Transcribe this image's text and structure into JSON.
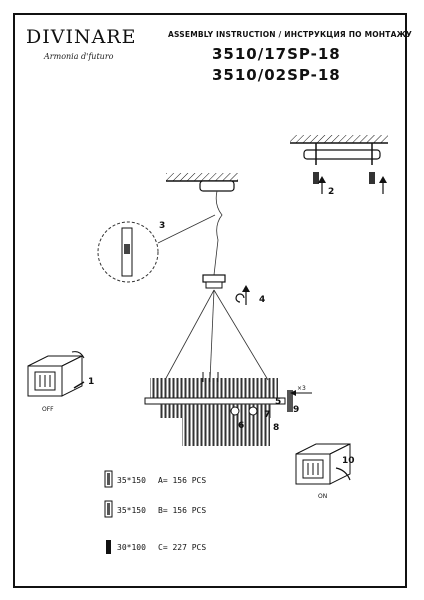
{
  "header": {
    "brand": "DIVINARE",
    "tagline": "Armonia d'futuro",
    "instruction_title": "ASSEMBLY INSTRUCTION / ИНСТРУКЦИЯ ПО МОНТАЖУ",
    "models": [
      "3510/17SP-18",
      "3510/02SP-18"
    ]
  },
  "steps": {
    "s1": "1",
    "s2": "2",
    "s3": "3",
    "s4": "4",
    "s5": "5",
    "s6": "6",
    "s7": "7",
    "s8": "8",
    "s9": "9",
    "s10": "10",
    "off": "OFF",
    "on": "ON",
    "x3": "×3"
  },
  "parts": [
    {
      "dims": "35*150",
      "spec": "A= 156 PCS"
    },
    {
      "dims": "35*150",
      "spec": "B= 156 PCS"
    },
    {
      "dims": "30*100",
      "spec": "C= 227 PCS"
    }
  ],
  "colors": {
    "ink": "#111111",
    "paper": "#ffffff"
  }
}
